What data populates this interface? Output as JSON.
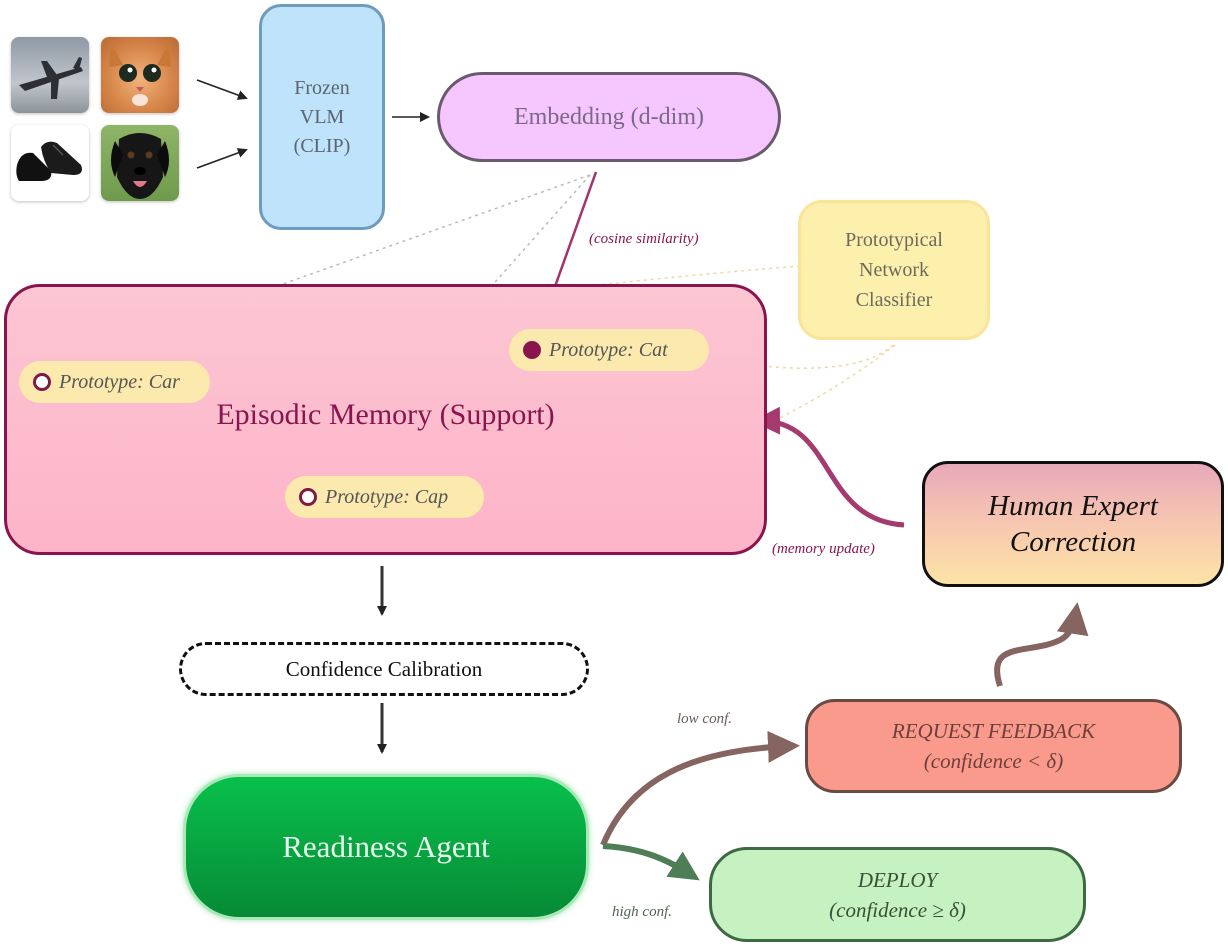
{
  "images": [
    {
      "icon": "airplane-photo"
    },
    {
      "icon": "cat-photo"
    },
    {
      "icon": "shoes-photo"
    },
    {
      "icon": "dog-photo"
    }
  ],
  "frozen_vlm": {
    "line1": "Frozen",
    "line2": "VLM",
    "line3": "(CLIP)"
  },
  "embedding": {
    "label": "Embedding (d-dim)"
  },
  "cosine_label": "(cosine similarity)",
  "classifier": {
    "line1": "Prototypical",
    "line2": "Network",
    "line3": "Classifier"
  },
  "memory": {
    "title": "Episodic Memory (Support)",
    "prototypes": [
      {
        "label": "Prototype: Car",
        "marker": "open"
      },
      {
        "label": "Prototype: Cat",
        "marker": "filled"
      },
      {
        "label": "Prototype: Cap",
        "marker": "open"
      }
    ]
  },
  "memory_update_label": "(memory update)",
  "human": {
    "line1": "Human Expert",
    "line2": "Correction"
  },
  "calibration": {
    "label": "Confidence Calibration"
  },
  "agent": {
    "label": "Readiness Agent"
  },
  "low_conf_label": "low conf.",
  "high_conf_label": "high conf.",
  "request": {
    "line1": "REQUEST FEEDBACK",
    "line2": "(confidence < δ)"
  },
  "deploy": {
    "line1": "DEPLOY",
    "line2": "(confidence ≥ δ)"
  },
  "colors": {
    "memory_fill": "#fdb9cc",
    "memory_border": "#8a154e",
    "embedding_fill": "#f5c6ff",
    "vlm_fill": "#bfe3fb",
    "classifier_fill": "#fdf0ad",
    "agent_green": "#0a9a3c",
    "request_fill": "#fa9a8c",
    "deploy_fill": "#c6f1c0",
    "human_top": "#e8a9bb",
    "human_bottom": "#fde3a6"
  }
}
